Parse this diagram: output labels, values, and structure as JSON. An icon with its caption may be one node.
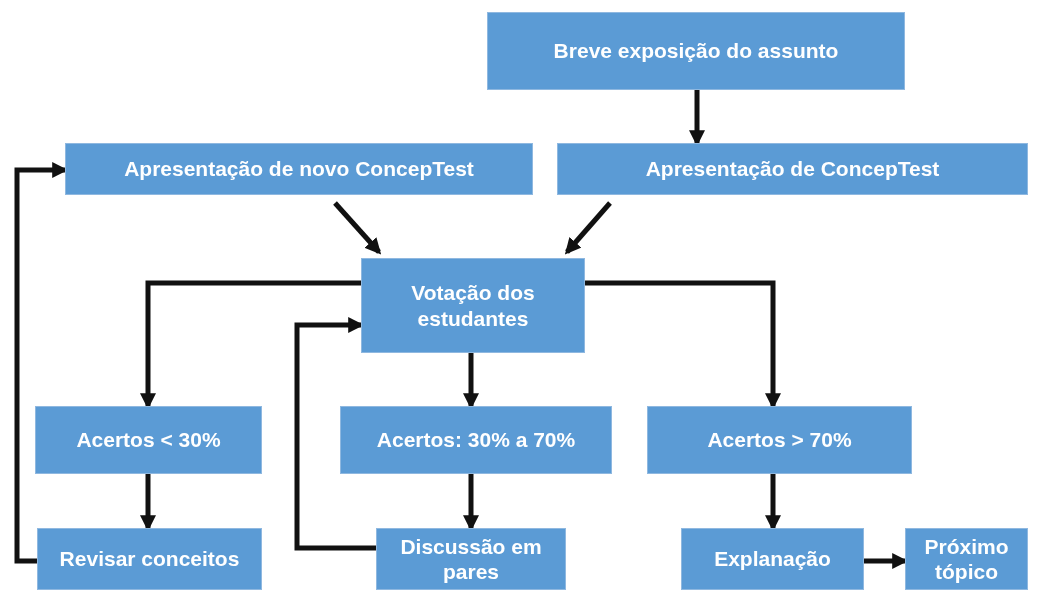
{
  "diagram": {
    "nodes": [
      {
        "text": [
          "Breve exposição do assunto"
        ]
      },
      {
        "text": [
          "Apresentação de novo ConcepTest"
        ]
      },
      {
        "text": [
          "Apresentação de ConcepTest"
        ]
      },
      {
        "text": [
          "Votação dos estudantes"
        ]
      },
      {
        "text": [
          "Acertos < 30%"
        ]
      },
      {
        "text": [
          "Acertos: 30% a 70%"
        ]
      },
      {
        "text": [
          "Acertos > 70%"
        ]
      },
      {
        "text": [
          "Revisar conceitos"
        ]
      },
      {
        "text": [
          "Discussão em pares"
        ]
      },
      {
        "text": [
          "Explanação"
        ]
      },
      {
        "text": [
          "Próximo tópico"
        ]
      }
    ],
    "edges": [
      {
        "from": 0,
        "to": 2,
        "arrow": "to"
      },
      {
        "from": 1,
        "to": 3,
        "arrow": "to"
      },
      {
        "from": 2,
        "to": 3,
        "arrow": "to"
      },
      {
        "from": 3,
        "to": 4,
        "arrow": "to"
      },
      {
        "from": 3,
        "to": 5,
        "arrow": "to"
      },
      {
        "from": 3,
        "to": 6,
        "arrow": "to"
      },
      {
        "from": 4,
        "to": 7,
        "arrow": "to"
      },
      {
        "from": 5,
        "to": 8,
        "arrow": "to"
      },
      {
        "from": 6,
        "to": 9,
        "arrow": "to"
      },
      {
        "from": 9,
        "to": 10,
        "arrow": "to"
      },
      {
        "from": 7,
        "to": 1,
        "arrow": "to"
      },
      {
        "from": 8,
        "to": 3,
        "arrow": "to"
      }
    ]
  }
}
